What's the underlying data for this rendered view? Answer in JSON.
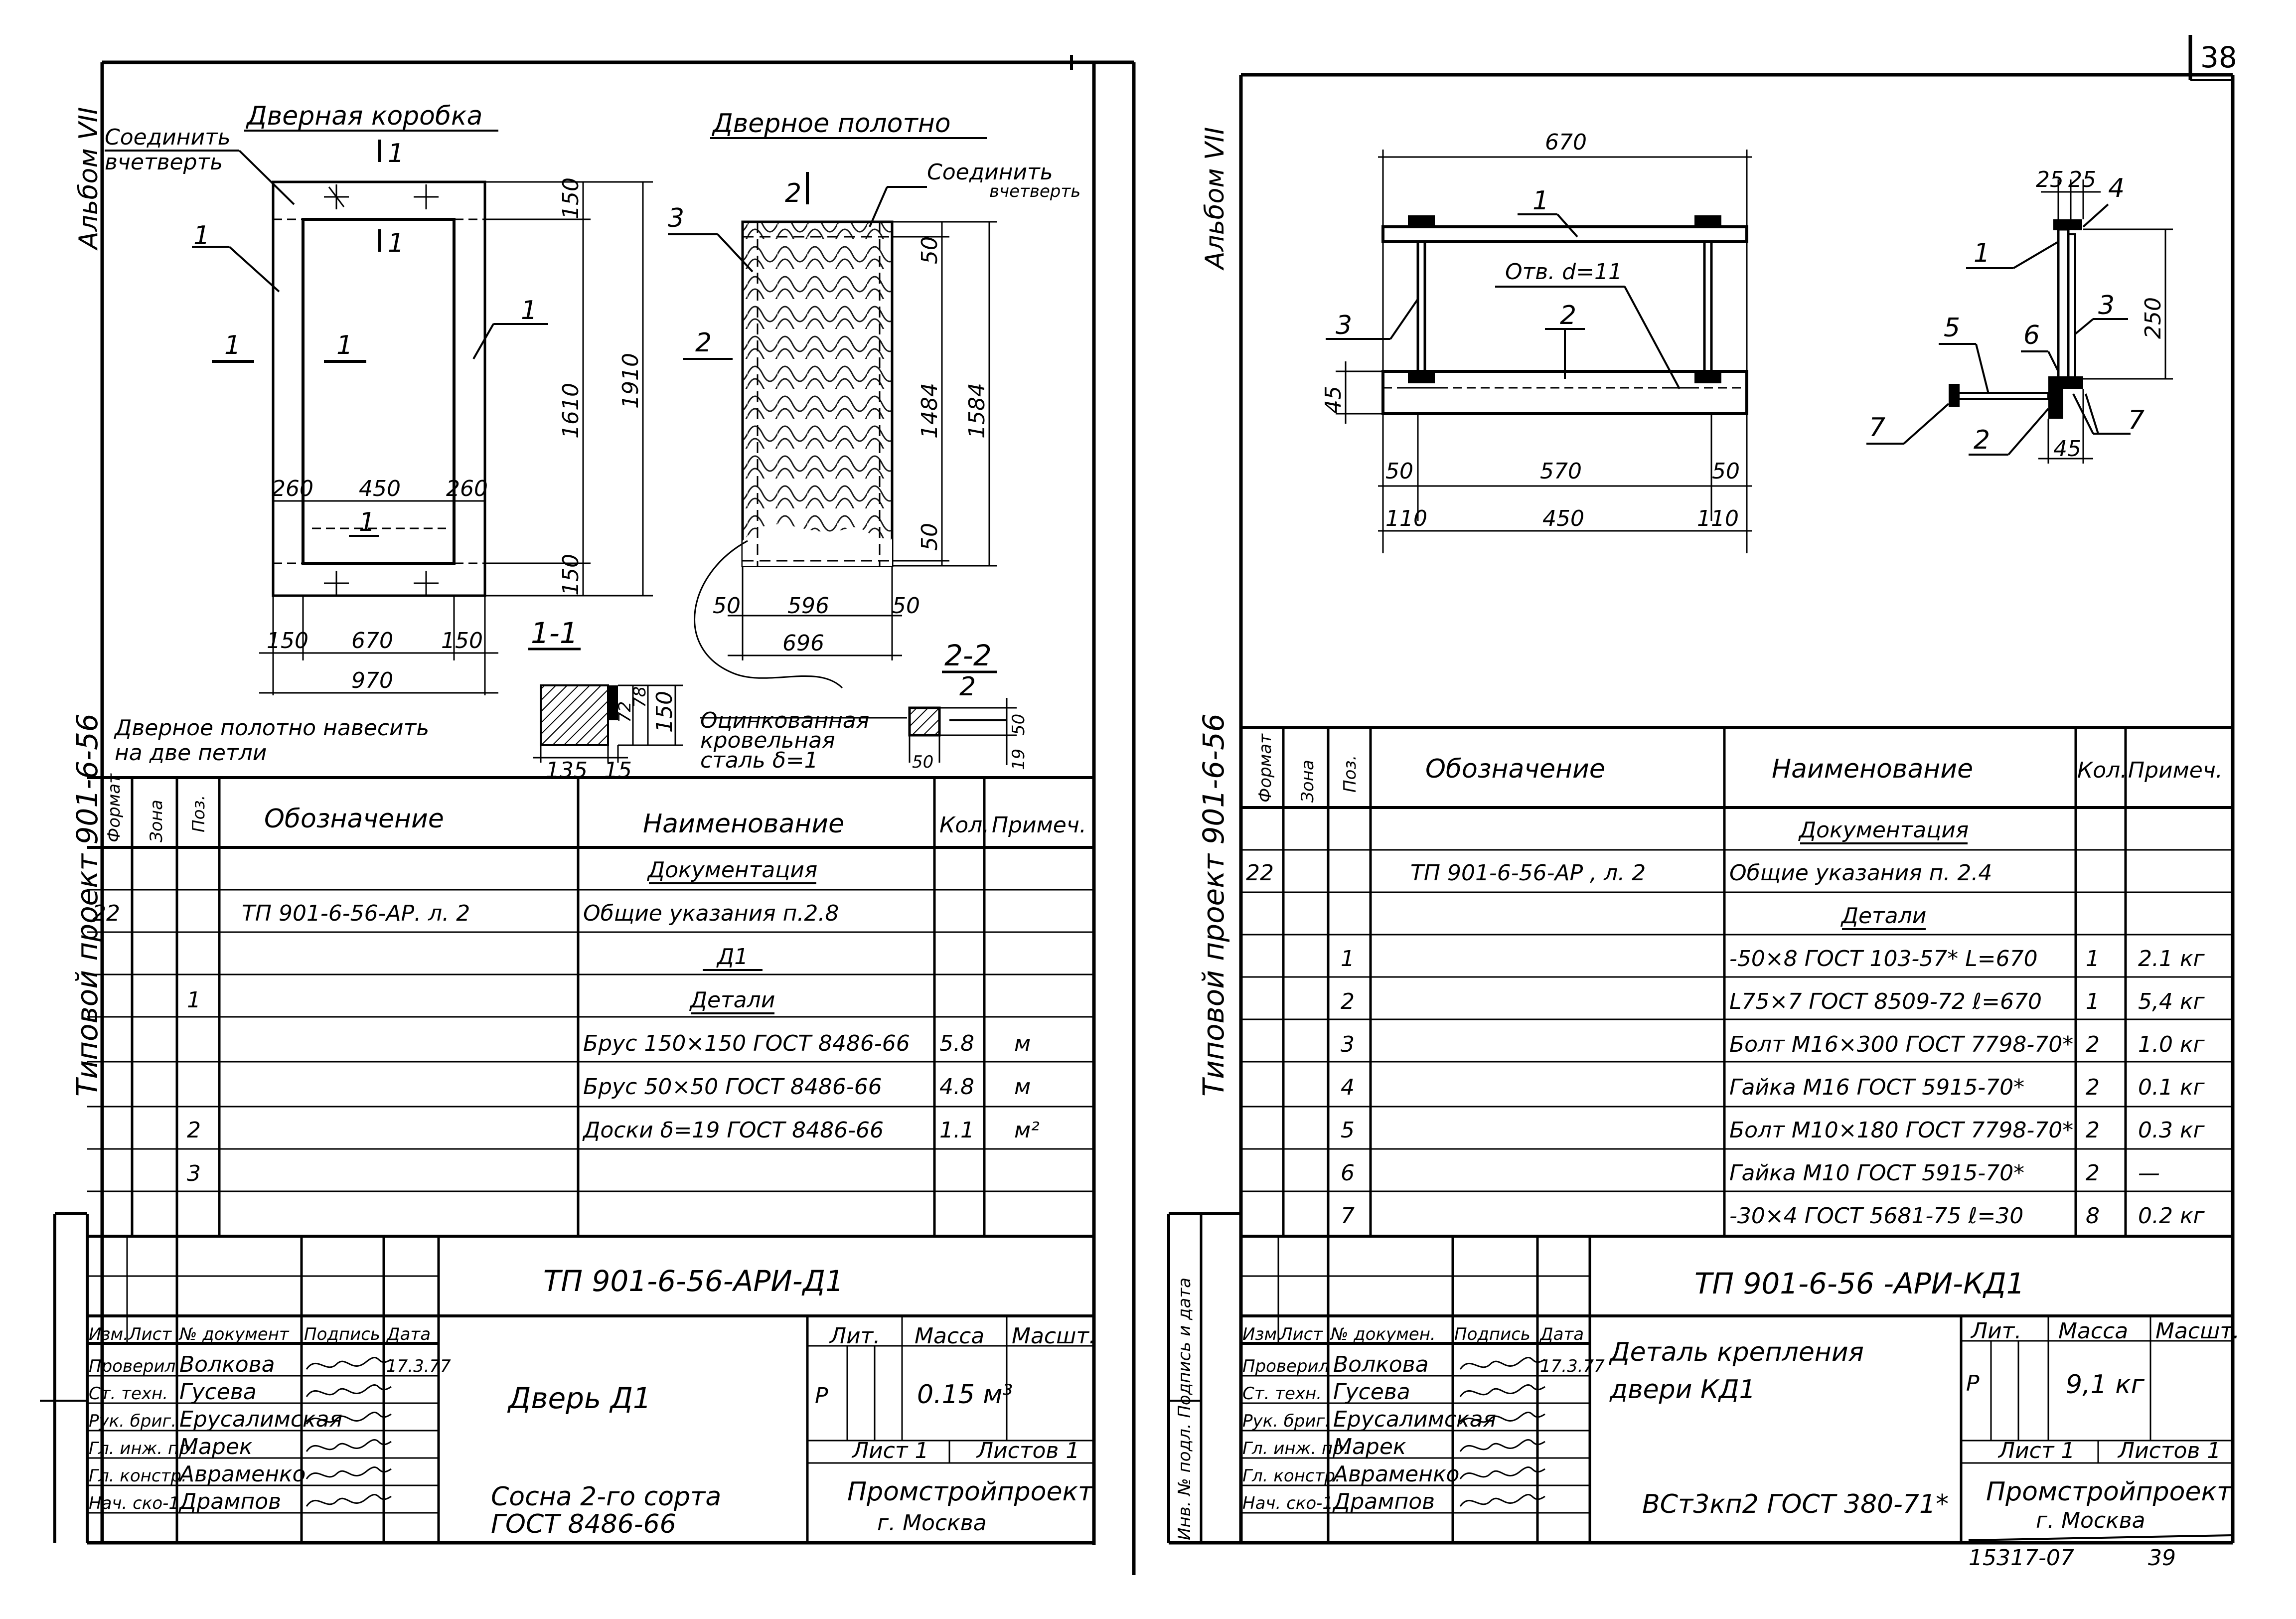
{
  "page_number": "38",
  "left": {
    "side_album": "Альбом VII",
    "side_project": "Типовой проект 901-6-56",
    "drawing": {
      "title_frame": "Дверная коробка",
      "title_leaf": "Дверное полотно",
      "note_corner_l1": "Соединить",
      "note_corner_l2": "вчетверть",
      "note_joint_l1": "Соединить",
      "note_joint_l2": "вчетверть",
      "cut_1": "1",
      "cut_2": "2",
      "pos_1": "1",
      "pos_2": "2",
      "pos_3": "3",
      "dim_150_top": "150",
      "dim_1610": "1610",
      "dim_1910": "1910",
      "dim_150_bot": "150",
      "dim_260_l": "260",
      "dim_450": "450",
      "dim_260_r": "260",
      "dim_150_l": "150",
      "dim_670": "670",
      "dim_150_r": "150",
      "dim_970": "970",
      "dim_50_top": "50",
      "dim_1484": "1484",
      "dim_1584": "1584",
      "dim_50_bot": "50",
      "dim_50_l": "50",
      "dim_596": "596",
      "dim_50_r": "50",
      "dim_696": "696",
      "section_1": "1-1",
      "section_2": "2-2",
      "dim_135": "135",
      "dim_15": "15",
      "dim_72": "72",
      "dim_78": "78",
      "dim_150s": "150",
      "dim_50s": "50",
      "dim_19": "19",
      "dim_50s2": "50",
      "note_hang_l1": "Дверное полотно навесить",
      "note_hang_l2": "на две петли",
      "note_steel_l1": "Оцинкованная",
      "note_steel_l2": "кровельная",
      "note_steel_l3": "сталь δ=1"
    },
    "spec_headers": {
      "format": "Формат",
      "zone": "Зона",
      "pos": "Поз.",
      "designation": "Обозначение",
      "name": "Наименование",
      "qty": "Кол.",
      "note": "Примеч."
    },
    "spec_rows": [
      {
        "format": "",
        "pos": "",
        "designation": "",
        "name": "Документация",
        "qty": "",
        "note": "",
        "underline": true
      },
      {
        "format": "22",
        "pos": "",
        "designation": "ТП 901-6-56-АР. л. 2",
        "name": "Общие указания п.2.8",
        "qty": "",
        "note": "",
        "underline": false
      },
      {
        "format": "",
        "pos": "",
        "designation": "",
        "name": "Д1",
        "qty": "",
        "note": "",
        "underline": true
      },
      {
        "format": "",
        "pos": "1",
        "designation": "",
        "name": "Детали",
        "qty": "",
        "note": "",
        "underline": true
      },
      {
        "format": "",
        "pos": "",
        "designation": "",
        "name": "Брус 150×150 ГОСТ 8486-66",
        "qty": "5.8",
        "note": "м",
        "underline": false
      },
      {
        "format": "",
        "pos": "",
        "designation": "",
        "name": "Брус 50×50 ГОСТ 8486-66",
        "qty": "4.8",
        "note": "м",
        "underline": false
      },
      {
        "format": "",
        "pos": "2",
        "designation": "",
        "name": "Доски δ=19 ГОСТ 8486-66",
        "qty": "1.1",
        "note": "м²",
        "underline": false
      },
      {
        "format": "",
        "pos": "3",
        "designation": "",
        "name": "",
        "qty": "",
        "note": "",
        "underline": false
      }
    ],
    "stamp": {
      "doc_code": "ТП 901-6-56-АРИ-Д1",
      "hdr_izm": "Изм.",
      "hdr_list": "Лист",
      "hdr_doc": "№ документ",
      "hdr_sign": "Подпись",
      "hdr_date": "Дата",
      "people": [
        {
          "role": "Проверил",
          "name": "Волкова",
          "date": "17.3.77"
        },
        {
          "role": "Ст. техн.",
          "name": "Гусева",
          "date": ""
        },
        {
          "role": "Рук. бриг.",
          "name": "Ерусалимская",
          "date": ""
        },
        {
          "role": "Гл. инж. пр.",
          "name": "Марек",
          "date": ""
        },
        {
          "role": "Гл. констр.",
          "name": "Авраменко",
          "date": ""
        },
        {
          "role": "Нач. ско-1",
          "name": "Дрампов",
          "date": ""
        }
      ],
      "item_name": "Дверь Д1",
      "lit_label": "Лит.",
      "lit_value": "Р",
      "mass_label": "Масса",
      "mass_value": "0.15 м³",
      "scale_label": "Масшт.",
      "sheet_label": "Лист 1",
      "sheets_label": "Листов 1",
      "material_l1": "Сосна 2-го сорта",
      "material_l2": "ГОСТ 8486-66",
      "org_l1": "Промстройпроект",
      "org_l2": "г. Москва"
    }
  },
  "right": {
    "side_album": "Альбом VII",
    "side_project": "Типовой проект 901-6-56",
    "side_inv": "Инв. № подл. Подпись и дата",
    "drawing": {
      "dim_670": "670",
      "pos_1": "1",
      "pos_2": "2",
      "pos_3": "3",
      "hole": "Отв. d=11",
      "dim_45": "45",
      "dim_50_l": "50",
      "dim_570": "570",
      "dim_50_r": "50",
      "dim_110_l": "110",
      "dim_450": "450",
      "dim_110_r": "110",
      "dim_25a": "25",
      "dim_25b": "25",
      "s_pos_4": "4",
      "s_pos_1": "1",
      "s_pos_3": "3",
      "dim_250": "250",
      "s_pos_5": "5",
      "s_pos_6": "6",
      "s_pos_7a": "7",
      "s_pos_2": "2",
      "s_dim_45": "45",
      "s_pos_7b": "7"
    },
    "spec_headers": {
      "format": "Формат",
      "zone": "Зона",
      "pos": "Поз.",
      "designation": "Обозначение",
      "name": "Наименование",
      "qty": "Кол.",
      "note": "Примеч."
    },
    "spec_rows": [
      {
        "format": "",
        "pos": "",
        "designation": "",
        "name": "Документация",
        "qty": "",
        "note": "",
        "underline": true
      },
      {
        "format": "22",
        "pos": "",
        "designation": "ТП 901-6-56-АР , л. 2",
        "name": "Общие указания п. 2.4",
        "qty": "",
        "note": "",
        "underline": false
      },
      {
        "format": "",
        "pos": "",
        "designation": "",
        "name": "Детали",
        "qty": "",
        "note": "",
        "underline": true
      },
      {
        "format": "",
        "pos": "1",
        "designation": "",
        "name": "-50×8 ГОСТ 103-57* L=670",
        "qty": "1",
        "note": "2.1 кг",
        "underline": false
      },
      {
        "format": "",
        "pos": "2",
        "designation": "",
        "name": "L75×7 ГОСТ 8509-72 ℓ=670",
        "qty": "1",
        "note": "5,4 кг",
        "underline": false
      },
      {
        "format": "",
        "pos": "3",
        "designation": "",
        "name": "Болт М16×300 ГОСТ 7798-70*",
        "qty": "2",
        "note": "1.0 кг",
        "underline": false
      },
      {
        "format": "",
        "pos": "4",
        "designation": "",
        "name": "Гайка М16 ГОСТ 5915-70*",
        "qty": "2",
        "note": "0.1 кг",
        "underline": false
      },
      {
        "format": "",
        "pos": "5",
        "designation": "",
        "name": "Болт М10×180 ГОСТ 7798-70*",
        "qty": "2",
        "note": "0.3 кг",
        "underline": false
      },
      {
        "format": "",
        "pos": "6",
        "designation": "",
        "name": "Гайка М10 ГОСТ 5915-70*",
        "qty": "2",
        "note": "—",
        "underline": false
      },
      {
        "format": "",
        "pos": "7",
        "designation": "",
        "name": "-30×4 ГОСТ 5681-75 ℓ=30",
        "qty": "8",
        "note": "0.2 кг",
        "underline": false
      }
    ],
    "stamp": {
      "doc_code": "ТП 901-6-56 -АРИ-КД1",
      "hdr_izm": "Изм.",
      "hdr_list": "Лист",
      "hdr_doc": "№ докумен.",
      "hdr_sign": "Подпись",
      "hdr_date": "Дата",
      "people": [
        {
          "role": "Проверил",
          "name": "Волкова",
          "date": "17.3.77"
        },
        {
          "role": "Ст. техн.",
          "name": "Гусева",
          "date": ""
        },
        {
          "role": "Рук. бриг.",
          "name": "Ерусалимская",
          "date": ""
        },
        {
          "role": "Гл. инж. пр.",
          "name": "Марек",
          "date": ""
        },
        {
          "role": "Гл. констр.",
          "name": "Авраменко",
          "date": ""
        },
        {
          "role": "Нач. ско-1",
          "name": "Дрампов",
          "date": ""
        }
      ],
      "item_name_l1": "Деталь крепления",
      "item_name_l2": "двери КД1",
      "lit_label": "Лит.",
      "lit_value": "Р",
      "mass_label": "Масса",
      "mass_value": "9,1 кг",
      "scale_label": "Масшт.",
      "sheet_label": "Лист 1",
      "sheets_label": "Листов 1",
      "material": "ВСт3кп2 ГОСТ 380-71*",
      "org_l1": "Промстройпроект",
      "org_l2": "г. Москва"
    },
    "bottom_code": "15317-07",
    "bottom_num": "39"
  }
}
